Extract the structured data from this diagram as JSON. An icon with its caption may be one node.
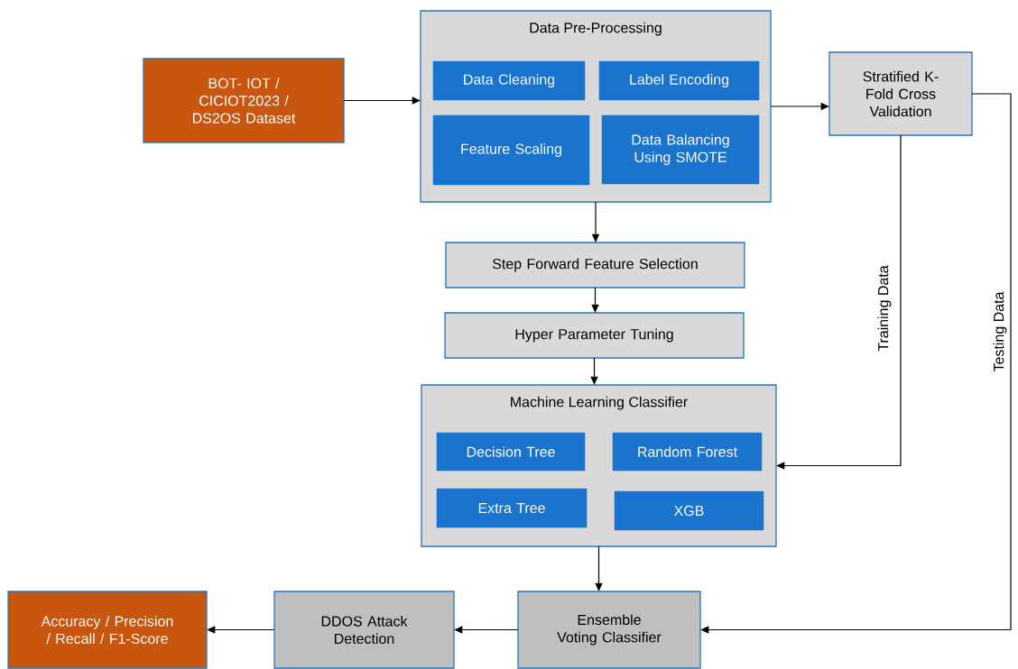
{
  "diagram": {
    "nodes": [
      {
        "text": [
          "Data Pre-Processing"
        ]
      },
      {
        "text": [
          "Data Cleaning"
        ],
        "in": 0
      },
      {
        "text": [
          "Label Encoding"
        ],
        "in": 0
      },
      {
        "text": [
          "Feature Scaling"
        ],
        "in": 0
      },
      {
        "text": [
          "Data Balancing Using SMOTE"
        ],
        "in": 0
      },
      {
        "text": [
          "BOT- IOT / CICIOT2023 / DS2OS Dataset"
        ]
      },
      {
        "text": [
          "Stratified K- Fold Cross Validation"
        ]
      },
      {
        "text": [
          "Step Forward Feature Selection"
        ]
      },
      {
        "text": [
          "Hyper Parameter Tuning"
        ]
      },
      {
        "text": [
          "Machine Learning Classifier"
        ]
      },
      {
        "text": [
          "Decision Tree"
        ],
        "in": 9
      },
      {
        "text": [
          "Random Forest"
        ],
        "in": 9
      },
      {
        "text": [
          "Extra Tree"
        ],
        "in": 9
      },
      {
        "text": [
          "XGB"
        ],
        "in": 9
      },
      {
        "text": [
          "Ensemble Voting Classifier"
        ]
      },
      {
        "text": [
          "DDOS Attack Detection"
        ]
      },
      {
        "text": [
          "Accuracy / Precision / Recall / F1-Score"
        ]
      }
    ],
    "edges": [
      {
        "from": 5,
        "to": 0,
        "arrow": "to"
      },
      {
        "from": 0,
        "to": 6,
        "arrow": "to"
      },
      {
        "from": 0,
        "to": 7,
        "arrow": "to"
      },
      {
        "from": 7,
        "to": 8,
        "arrow": "to"
      },
      {
        "from": 8,
        "to": 9,
        "arrow": "to"
      },
      {
        "from": 6,
        "to": 9,
        "arrow": "to",
        "label": "Training Data"
      },
      {
        "from": 6,
        "to": 14,
        "arrow": "to",
        "label": "Testing Data"
      },
      {
        "from": 9,
        "to": 14,
        "arrow": "to"
      },
      {
        "from": 14,
        "to": 15,
        "arrow": "to"
      },
      {
        "from": 15,
        "to": 16,
        "arrow": "to"
      }
    ]
  }
}
